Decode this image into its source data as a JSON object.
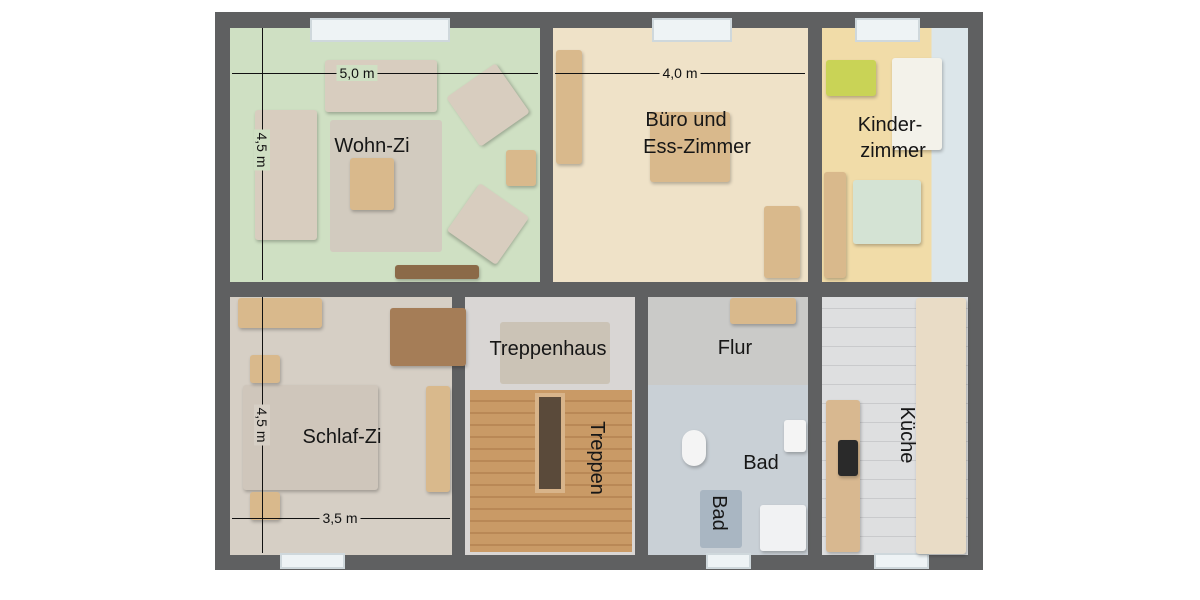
{
  "rooms": {
    "wohnzimmer": "Wohn-Zi",
    "buero_line1": "Büro und",
    "buero_line2": "Ess-Zimmer",
    "kinder_line1": "Kinder-",
    "kinder_line2": "zimmer",
    "treppenhaus": "Treppenhaus",
    "flur": "Flur",
    "schlafzimmer": "Schlaf-Zi",
    "treppen": "Treppen",
    "bad": "Bad",
    "bad_mat": "Bad",
    "kueche": "Küche"
  },
  "dimensions": {
    "wohn_width": "5,0 m",
    "wohn_depth": "4,5 m",
    "buero_width": "4,0 m",
    "schlaf_depth": "4,5 m",
    "schlaf_width": "3,5 m"
  },
  "colors": {
    "wall": "#5f6061",
    "wohn_floor": "#cfe0c3",
    "buero_floor": "#efe2c8",
    "kinder_floor": "#f1dca8",
    "schlaf_floor": "#d6cfc5",
    "treppenhaus_floor": "#d9d6d4",
    "stairs": "#c99a66",
    "flur_floor": "#cacac8",
    "bad_floor": "#c9d0d6",
    "kueche_floor": "#dedfe0"
  }
}
